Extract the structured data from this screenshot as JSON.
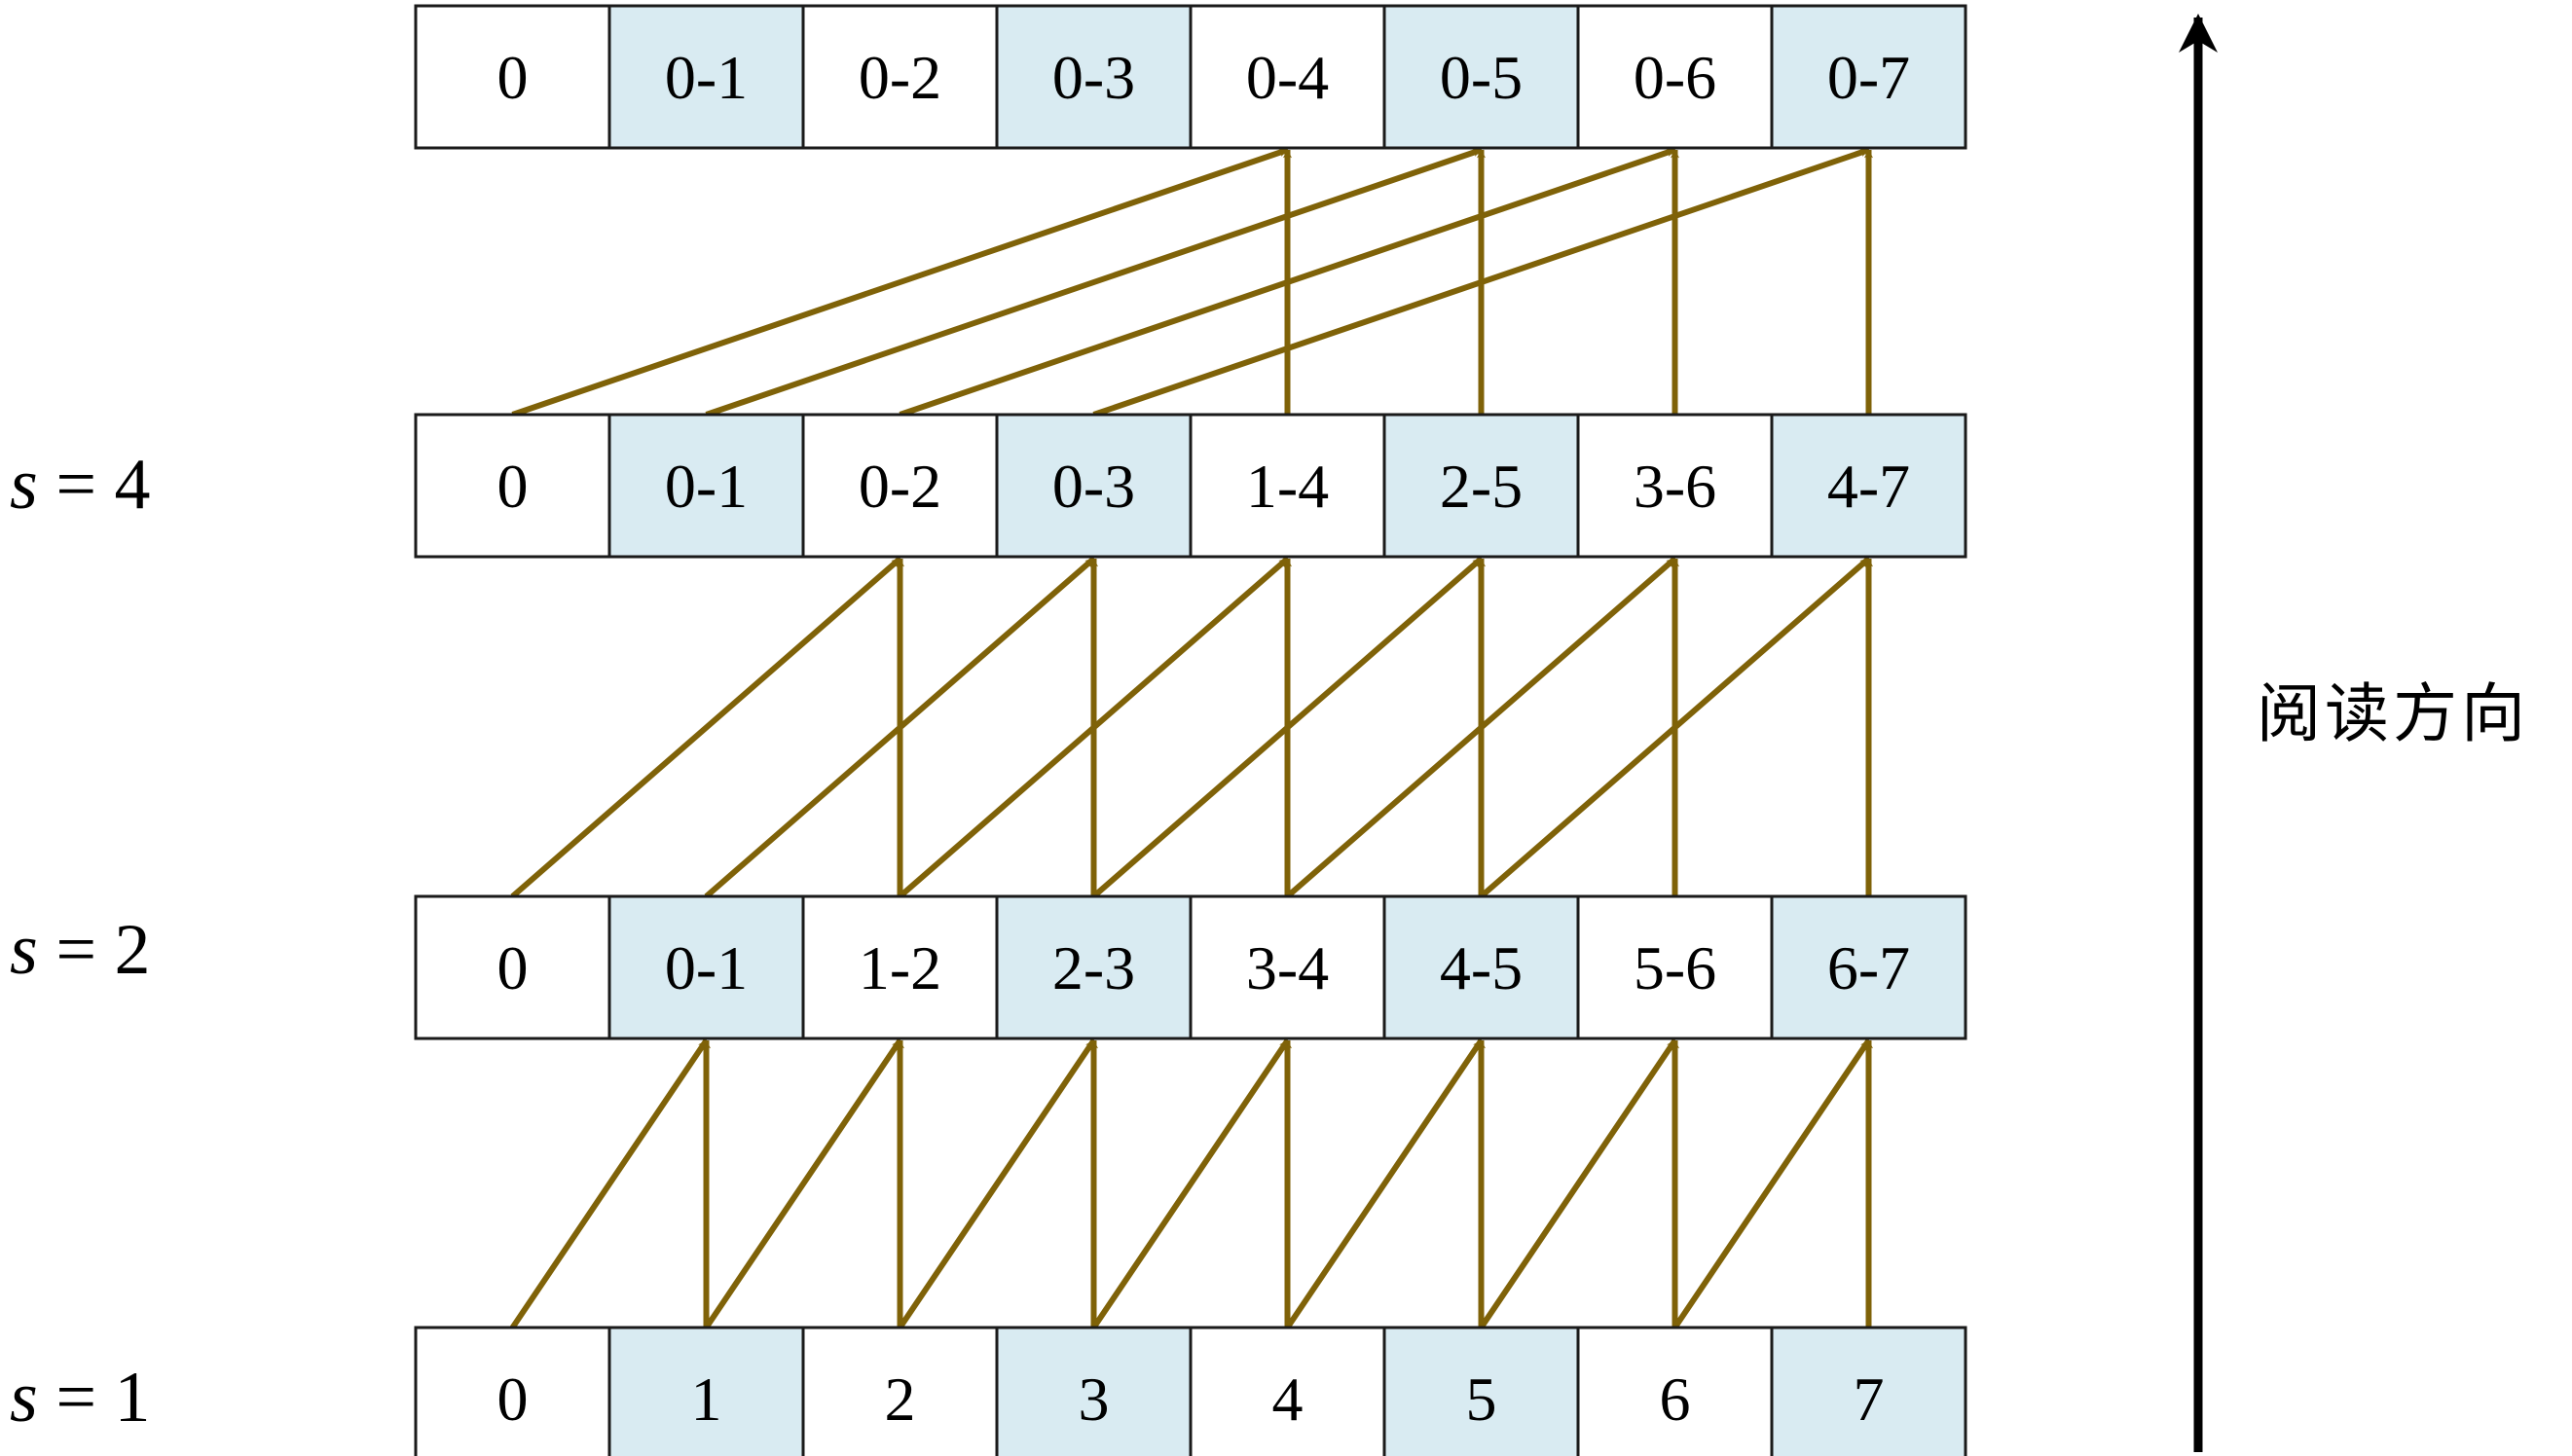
{
  "rows": [
    {
      "id": "output",
      "label": "",
      "cells": [
        "0",
        "0-1",
        "0-2",
        "0-3",
        "0-4",
        "0-5",
        "0-6",
        "0-7"
      ]
    },
    {
      "id": "s4",
      "label": "s = 4",
      "cells": [
        "0",
        "0-1",
        "0-2",
        "0-3",
        "1-4",
        "2-5",
        "3-6",
        "4-7"
      ]
    },
    {
      "id": "s2",
      "label": "s = 2",
      "cells": [
        "0",
        "0-1",
        "1-2",
        "2-3",
        "3-4",
        "4-5",
        "5-6",
        "6-7"
      ]
    },
    {
      "id": "s1",
      "label": "s = 1",
      "cells": [
        "0",
        "1",
        "2",
        "3",
        "4",
        "5",
        "6",
        "7"
      ]
    }
  ],
  "strides": [
    4,
    2,
    1
  ],
  "reading_direction_label": "阅读方向",
  "colors": {
    "cell_light": "#ffffff",
    "cell_shaded": "#d9ebf2",
    "cell_border": "#1a1a1a",
    "arrow": "#7f6208",
    "direction_arrow": "#000000"
  }
}
